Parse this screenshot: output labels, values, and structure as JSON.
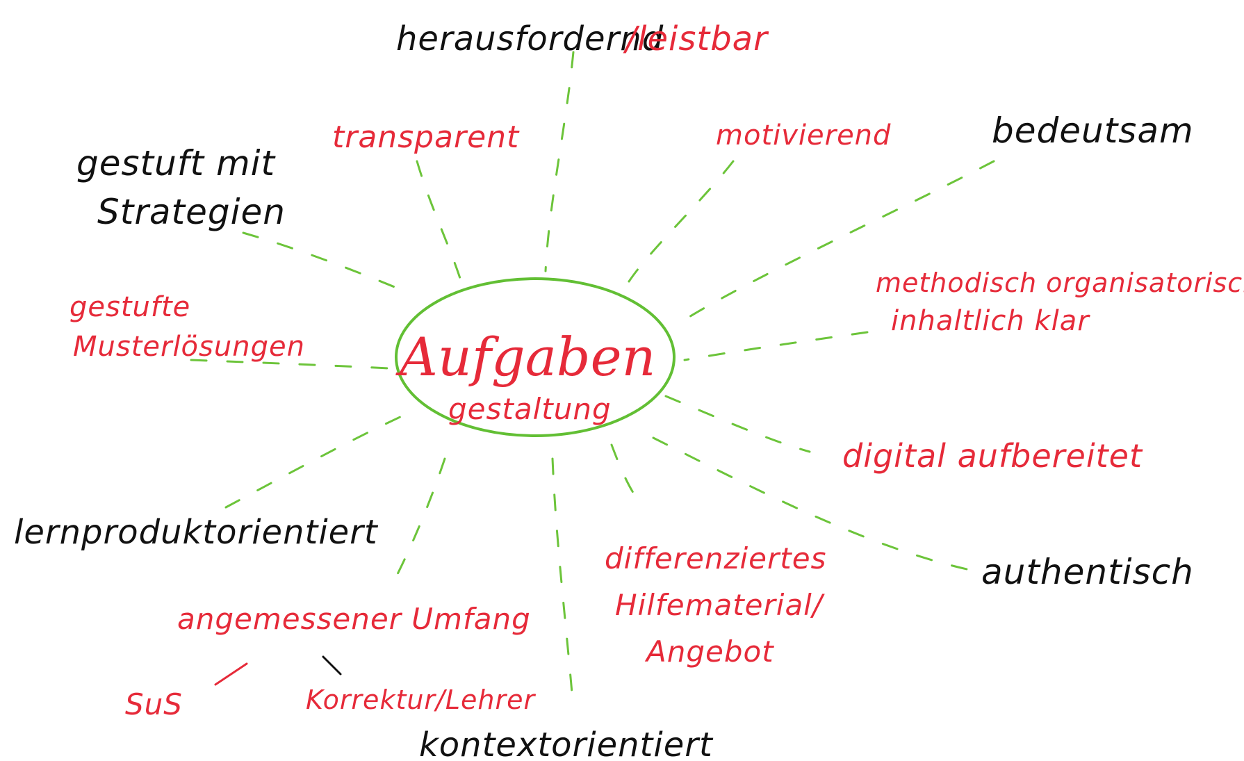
{
  "center": {
    "title": "Aufgaben",
    "subtitle": "gestaltung"
  },
  "nodes": {
    "herausfordernd": "herausfordernd",
    "leistbar": "/leistbar",
    "transparent": "transparent",
    "motivierend": "motivierend",
    "bedeutsam": "bedeutsam",
    "gestuft_1": "gestuft mit",
    "gestuft_2": "Strategien",
    "muster_1": "gestufte",
    "muster_2": "Musterlösungen",
    "methodisch_1": "methodisch organisatorisch",
    "methodisch_2": "inhaltlich klar",
    "digital": "digital aufbereitet",
    "lernprodukt": "lernproduktorientiert",
    "authentisch": "authentisch",
    "diff_1": "differenziertes",
    "diff_2": "Hilfematerial/",
    "diff_3": "Angebot",
    "umfang": "angemessener Umfang",
    "sus": "SuS",
    "korrektur": "Korrektur/Lehrer",
    "kontext": "kontextorientiert"
  },
  "colors": {
    "ink": "#111111",
    "red": "#e62a39",
    "green": "#6cc43a",
    "ellipse": "#62bf34"
  }
}
